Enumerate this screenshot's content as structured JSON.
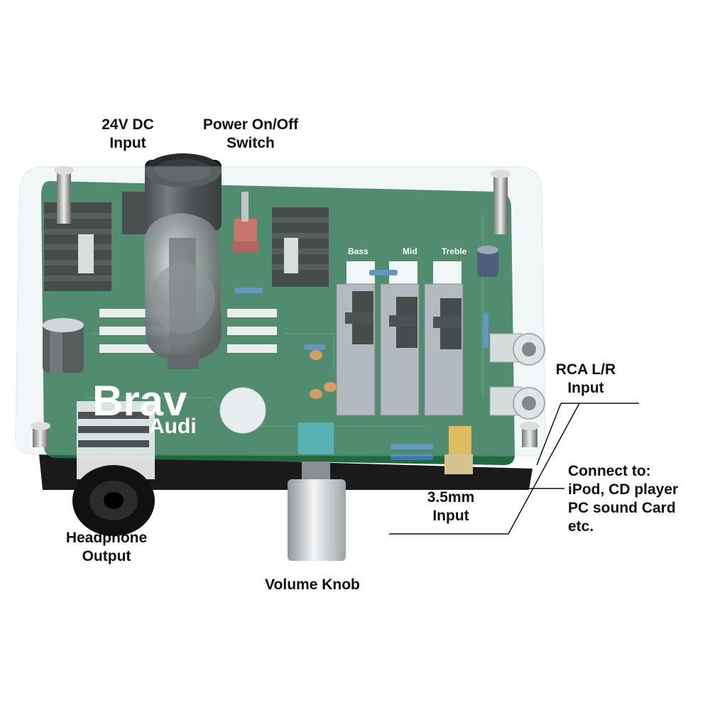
{
  "labels": {
    "dc_input": [
      "24V DC",
      "Input"
    ],
    "power_switch": [
      "Power On/Off",
      "Switch"
    ],
    "rca_input": [
      "RCA L/R",
      "Input"
    ],
    "connect_to": [
      "Connect to:",
      "iPod, CD player",
      "PC sound Card",
      "etc."
    ],
    "mini_input": [
      "3.5mm",
      "Input"
    ],
    "headphone_output": [
      "Headphone",
      "Output"
    ],
    "volume_knob": "Volume Knob"
  },
  "board": {
    "logo": "Brav Audi",
    "eq_labels": [
      "Bass",
      "Mid",
      "Treble"
    ]
  },
  "colors": {
    "pcb": "#1f6b3f",
    "acrylic": "#cfe3e6",
    "background": "#ffffff"
  }
}
